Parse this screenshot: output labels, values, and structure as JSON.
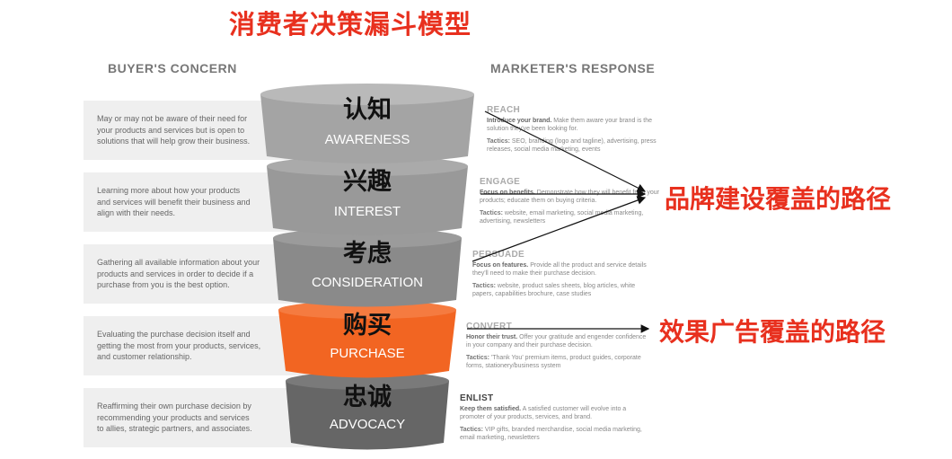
{
  "title": "消费者决策漏斗模型",
  "headers": {
    "left": "BUYER'S CONCERN",
    "right": "MARKETER'S RESPONSE"
  },
  "stages": [
    {
      "cn": "认知",
      "en": "AWARENESS",
      "concern": [
        "May or may not be aware of their need for",
        "your products and services but is open to",
        "solutions that will help grow their business."
      ],
      "resp_head": "REACH",
      "resp_lead": "Introduce your brand.",
      "resp_body": "Make them aware your brand is the solution they've been looking for.",
      "tactics_label": "Tactics:",
      "tactics": "SEO, branding (logo and tagline), advertising, press releases, social media marketing, events",
      "color": "#a4a4a4"
    },
    {
      "cn": "兴趣",
      "en": "INTEREST",
      "concern": [
        "Learning more about how your products",
        "and services will benefit their business and",
        "align with their needs."
      ],
      "resp_head": "ENGAGE",
      "resp_lead": "Focus on benefits.",
      "resp_body": "Demonstrate how they will benefit from your products; educate them on buying criteria.",
      "tactics_label": "Tactics:",
      "tactics": "website, email marketing, social media marketing, advertising, newsletters",
      "color": "#999999"
    },
    {
      "cn": "考虑",
      "en": "CONSIDERATION",
      "concern": [
        "Gathering all available information about your",
        "products and services in order to decide if a",
        "purchase from you is the best option."
      ],
      "resp_head": "PERSUADE",
      "resp_lead": "Focus on features.",
      "resp_body": "Provide all the product and service details they'll need to make their purchase decision.",
      "tactics_label": "Tactics:",
      "tactics": "website, product sales sheets, blog articles, white papers, capabilities brochure, case studies",
      "color": "#8a8a8a"
    },
    {
      "cn": "购买",
      "en": "PURCHASE",
      "concern": [
        "Evaluating the purchase decision itself and",
        "getting the most from your products, services,",
        "and customer relationship."
      ],
      "resp_head": "CONVERT",
      "resp_lead": "Honor their trust.",
      "resp_body": "Offer your gratitude and engender confidence in your company and their purchase decision.",
      "tactics_label": "Tactics:",
      "tactics": "'Thank You' premium items, product guides, corporate forms, stationery/business system",
      "color": "#f26522"
    },
    {
      "cn": "忠诚",
      "en": "ADVOCACY",
      "concern": [
        "Reaffirming their own purchase decision by",
        "recommending your products and services",
        "to allies, strategic partners, and associates."
      ],
      "resp_head": "ENLIST",
      "resp_lead": "Keep them satisfied.",
      "resp_body": "A satisfied customer will evolve into a promoter of your products, services, and brand.",
      "tactics_label": "Tactics:",
      "tactics": "VIP gifts, branded merchandise, social media marketing, email marketing, newsletters",
      "color": "#666666"
    }
  ],
  "callouts": {
    "brand": "品牌建设覆盖的路径",
    "performance": "效果广告覆盖的路径"
  }
}
